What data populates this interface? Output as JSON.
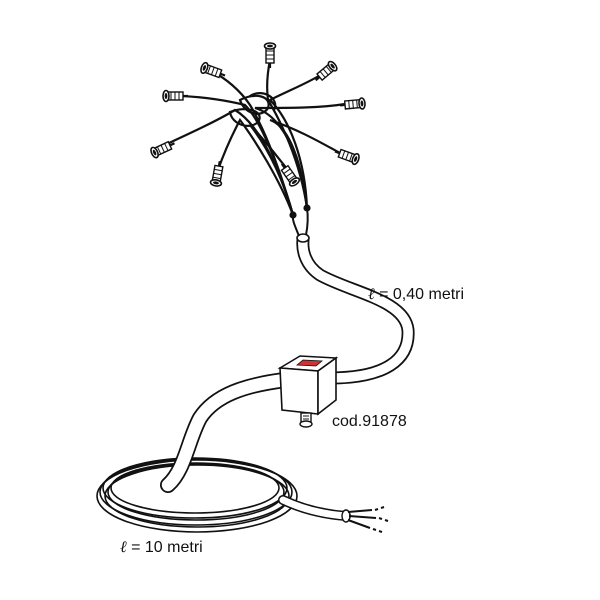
{
  "labels": {
    "short_cable": {
      "symbol": "ℓ",
      "text": " = 0,40 metri"
    },
    "code": "cod.91878",
    "long_cable": {
      "symbol": "ℓ",
      "text": " = 10 metri"
    }
  },
  "colors": {
    "line": "#111111",
    "fill": "#ffffff",
    "label_red": "#cc3333"
  }
}
